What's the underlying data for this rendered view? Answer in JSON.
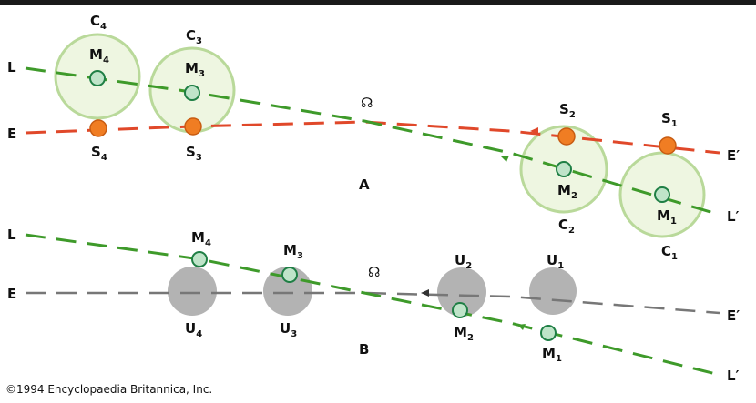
{
  "colors": {
    "top_bar": "#1a1a1a",
    "ecliptic_a": "#e0482a",
    "lunar_orbit": "#3e9a2a",
    "ecliptic_b": "#777777",
    "sun": "#f07d23",
    "sun_stroke": "#c85c12",
    "moon_fill": "#bfe4c9",
    "moon_stroke": "#1f7f45",
    "halo_fill": "#eef6e1",
    "halo_stroke": "#b9d99a",
    "umbra": "#b3b3b3"
  },
  "panel_a": {
    "label": "A",
    "node_symbol": "☊",
    "line_L": "L",
    "line_L_end": "L′",
    "line_E": "E",
    "line_E_end": "E′",
    "positions": [
      {
        "c": "C",
        "c_sub": "4",
        "m": "M",
        "m_sub": "4",
        "s": "S",
        "s_sub": "4"
      },
      {
        "c": "C",
        "c_sub": "3",
        "m": "M",
        "m_sub": "3",
        "s": "S",
        "s_sub": "3"
      },
      {
        "c": "C",
        "c_sub": "2",
        "m": "M",
        "m_sub": "2",
        "s": "S",
        "s_sub": "2"
      },
      {
        "c": "C",
        "c_sub": "1",
        "m": "M",
        "m_sub": "1",
        "s": "S",
        "s_sub": "1"
      }
    ]
  },
  "panel_b": {
    "label": "B",
    "node_symbol": "☊",
    "line_L": "L",
    "line_L_end": "L′",
    "line_E": "E",
    "line_E_end": "E′",
    "positions": [
      {
        "m": "M",
        "m_sub": "4",
        "u": "U",
        "u_sub": "4"
      },
      {
        "m": "M",
        "m_sub": "3",
        "u": "U",
        "u_sub": "3"
      },
      {
        "m": "M",
        "m_sub": "2",
        "u": "U",
        "u_sub": "2"
      },
      {
        "m": "M",
        "m_sub": "1",
        "u": "U",
        "u_sub": "1"
      }
    ]
  },
  "copyright": "©1994 Encyclopaedia Britannica, Inc."
}
